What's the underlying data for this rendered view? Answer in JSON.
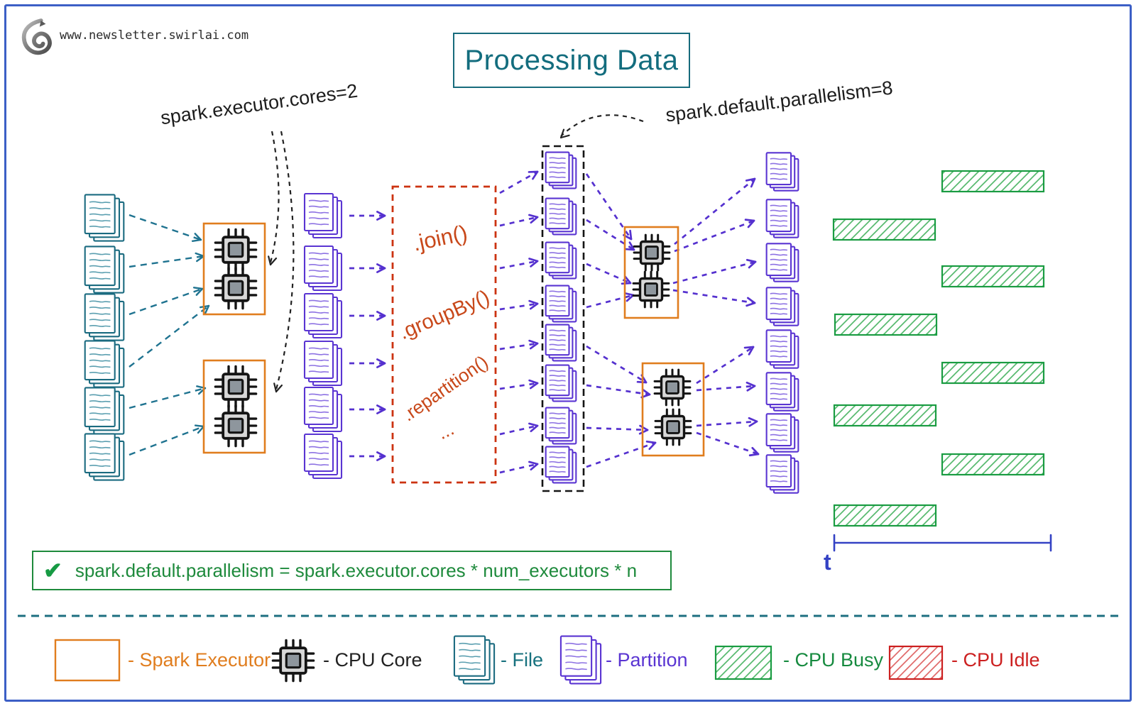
{
  "header": {
    "site": "www.newsletter.swirlai.com",
    "title": "Processing Data"
  },
  "annotations": {
    "executor_cores": "spark.executor.cores=2",
    "parallelism": "spark.default.parallelism=8"
  },
  "pipeline": {
    "input_files_count": 6,
    "partitions_count": 8,
    "executors_stage1": 2,
    "executors_stage2": 2,
    "cores_per_executor": 2,
    "operations": [
      ".join()",
      ".groupBy()",
      ".repartition()",
      "..."
    ]
  },
  "formula": {
    "text": "spark.default.parallelism = spark.executor.cores * num_executors * n"
  },
  "timeline": {
    "label": "t"
  },
  "legend": [
    {
      "icon": "spark-executor-box",
      "label": "- Spark Executor"
    },
    {
      "icon": "cpu-core-chip",
      "label": "- CPU Core"
    },
    {
      "icon": "file-stack",
      "label": "- File"
    },
    {
      "icon": "partition-stack",
      "label": "- Partition"
    },
    {
      "icon": "cpu-busy-hatch",
      "label": "- CPU Busy"
    },
    {
      "icon": "cpu-idle-hatch",
      "label": "- CPU Idle"
    }
  ],
  "colors": {
    "file": "#1b6b80",
    "file_lines": "#5b9fb0",
    "partition": "#5a35d2",
    "partition_lines": "#8d72e3",
    "arrow_teal": "#1f7390",
    "arrow_purple": "#5531cf",
    "arrow_black": "#222222",
    "executor": "#e07d1e",
    "operation_box": "#cc3311",
    "busy_border": "#1a9c42",
    "busy_hatch": "#57b96f",
    "idle_border": "#cc2020",
    "idle_hatch": "#e06a6a",
    "timeline": "#3442c4",
    "separator": "#1d6f80",
    "chip_body": "#d8d8d8",
    "chip_inner": "#8e969d",
    "chip_stroke": "#141414"
  }
}
